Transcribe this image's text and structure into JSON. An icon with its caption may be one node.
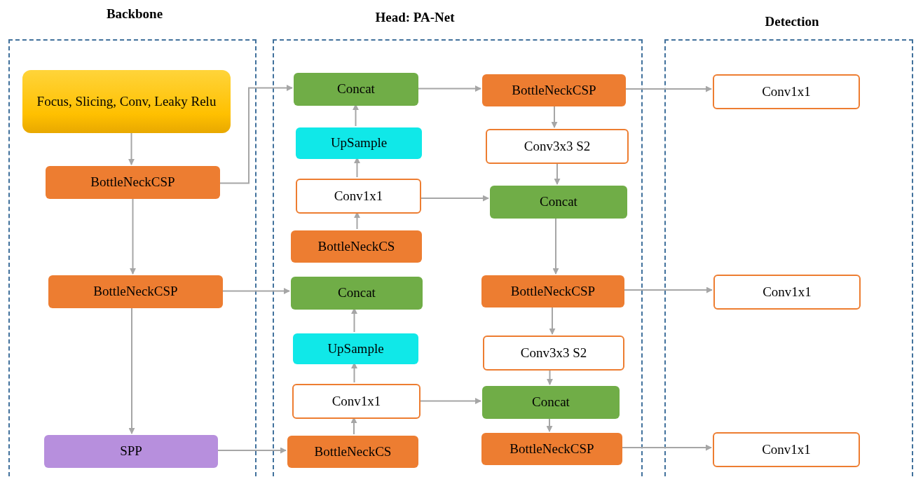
{
  "diagram": {
    "nodes": [
      {
        "text": [
          "Backbone"
        ]
      },
      {
        "text": [
          "Head: PA-Net"
        ]
      },
      {
        "text": [
          "Detection"
        ]
      },
      {
        "text": [
          "Focus, Slicing, Conv, Leaky Relu"
        ],
        "in": 0
      },
      {
        "text": [
          "BottleNeckCSP"
        ],
        "in": 0
      },
      {
        "text": [
          "BottleNeckCSP"
        ],
        "in": 0
      },
      {
        "text": [
          "SPP"
        ],
        "in": 0
      },
      {
        "text": [
          "Concat"
        ],
        "in": 1
      },
      {
        "text": [
          "UpSample"
        ],
        "in": 1
      },
      {
        "text": [
          "Conv1x1"
        ],
        "in": 1
      },
      {
        "text": [
          "BottleNeckCS"
        ],
        "in": 1
      },
      {
        "text": [
          "Concat"
        ],
        "in": 1
      },
      {
        "text": [
          "UpSample"
        ],
        "in": 1
      },
      {
        "text": [
          "Conv1x1"
        ],
        "in": 1
      },
      {
        "text": [
          "BottleNeckCS"
        ],
        "in": 1
      },
      {
        "text": [
          "BottleNeckCSP"
        ],
        "in": 1
      },
      {
        "text": [
          "Conv3x3 S2"
        ],
        "in": 1
      },
      {
        "text": [
          "Concat"
        ],
        "in": 1
      },
      {
        "text": [
          "BottleNeckCSP"
        ],
        "in": 1
      },
      {
        "text": [
          "Conv3x3 S2"
        ],
        "in": 1
      },
      {
        "text": [
          "Concat"
        ],
        "in": 1
      },
      {
        "text": [
          "BottleNeckCSP"
        ],
        "in": 1
      },
      {
        "text": [
          "Conv1x1"
        ],
        "in": 2
      },
      {
        "text": [
          "Conv1x1"
        ],
        "in": 2
      },
      {
        "text": [
          "Conv1x1"
        ],
        "in": 2
      }
    ],
    "edges": [
      {
        "from": 3,
        "to": 4,
        "arrow": "to"
      },
      {
        "from": 4,
        "to": 5,
        "arrow": "to"
      },
      {
        "from": 5,
        "to": 6,
        "arrow": "to"
      },
      {
        "from": 4,
        "to": 7,
        "arrow": "to"
      },
      {
        "from": 6,
        "to": 14,
        "arrow": "to"
      },
      {
        "from": 14,
        "to": 13,
        "arrow": "to"
      },
      {
        "from": 13,
        "to": 12,
        "arrow": "to"
      },
      {
        "from": 12,
        "to": 11,
        "arrow": "to"
      },
      {
        "from": 5,
        "to": 11,
        "arrow": "to"
      },
      {
        "from": 10,
        "to": 9,
        "arrow": "to"
      },
      {
        "from": 9,
        "to": 8,
        "arrow": "to"
      },
      {
        "from": 8,
        "to": 7,
        "arrow": "to"
      },
      {
        "from": 7,
        "to": 15,
        "arrow": "to"
      },
      {
        "from": 15,
        "to": 16,
        "arrow": "to"
      },
      {
        "from": 16,
        "to": 17,
        "arrow": "to"
      },
      {
        "from": 9,
        "to": 17,
        "arrow": "to"
      },
      {
        "from": 17,
        "to": 18,
        "arrow": "to"
      },
      {
        "from": 18,
        "to": 19,
        "arrow": "to"
      },
      {
        "from": 19,
        "to": 20,
        "arrow": "to"
      },
      {
        "from": 13,
        "to": 20,
        "arrow": "to"
      },
      {
        "from": 20,
        "to": 21,
        "arrow": "to"
      },
      {
        "from": 15,
        "to": 22,
        "arrow": "to"
      },
      {
        "from": 18,
        "to": 23,
        "arrow": "to"
      },
      {
        "from": 21,
        "to": 24,
        "arrow": "to"
      }
    ]
  }
}
